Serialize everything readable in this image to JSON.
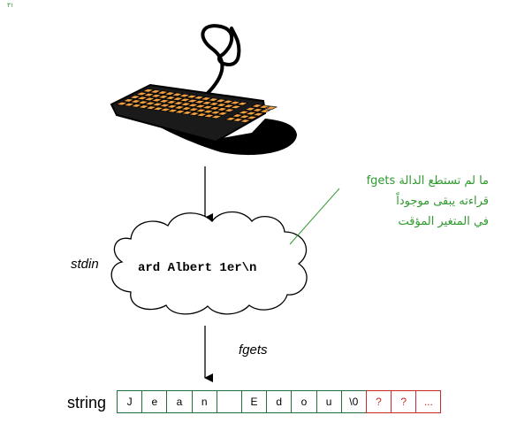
{
  "corner_mark": "٣١",
  "stdin_label": "stdin",
  "buffer_text": "ard Albert 1er\\n",
  "note_lines": [
    "ما لم تستطع الدالة fgets",
    "قراءته يبقى موجوداً",
    "في المتغير  المؤقت"
  ],
  "fgets_label": "fgets",
  "string_label": "string",
  "cells": [
    {
      "text": "J",
      "state": "filled"
    },
    {
      "text": "e",
      "state": "filled"
    },
    {
      "text": "a",
      "state": "filled"
    },
    {
      "text": "n",
      "state": "filled"
    },
    {
      "text": "",
      "state": "filled"
    },
    {
      "text": "E",
      "state": "filled"
    },
    {
      "text": "d",
      "state": "filled"
    },
    {
      "text": "o",
      "state": "filled"
    },
    {
      "text": "u",
      "state": "filled"
    },
    {
      "text": "\\0",
      "state": "filled"
    },
    {
      "text": "?",
      "state": "unknown"
    },
    {
      "text": "?",
      "state": "unknown"
    },
    {
      "text": "...",
      "state": "unknown"
    }
  ],
  "colors": {
    "filled_border": "#1f6e3c",
    "unknown_border": "#cc2a2a",
    "note_text": "#2e9a2e",
    "keyboard_keys": "#f0a040"
  }
}
